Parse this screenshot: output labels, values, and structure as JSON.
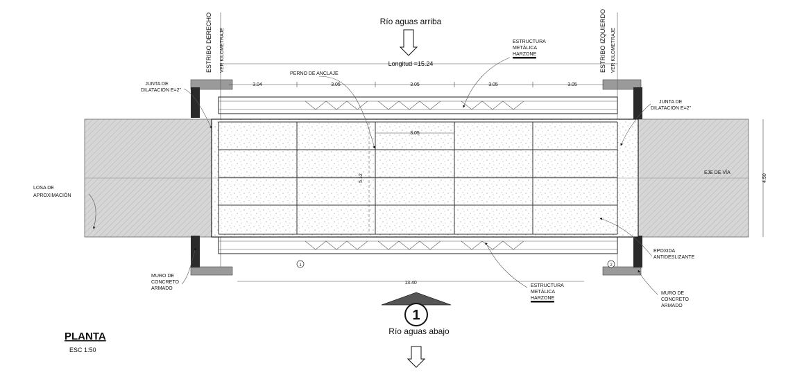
{
  "labels": {
    "upstream": "Río aguas arriba",
    "downstream": "Río aguas abajo",
    "length": "Longitud  =15.24",
    "anchor_bolt": "PERNO DE ANCLAJE",
    "steel_top_1": "ESTRUCTURA",
    "steel_top_2": "METÁLICA",
    "steel_top_3": "HARZONE",
    "steel_bot_1": "ESTRUCTURA",
    "steel_bot_2": "METÁLICA",
    "steel_bot_3": "HARZONE",
    "abut_right_1": "ESTRIBO DERECHO",
    "abut_right_2": "VER KILOMETRAJE",
    "abut_left_1": "ESTRIBO IZQUIERDO",
    "abut_left_2": "VER KILOMETRAJE",
    "joint_left_1": "JUNTA DE",
    "joint_left_2": "DILATACIÓN E=2\"",
    "joint_right_1": "JUNTA DE",
    "joint_right_2": "DILATACIÓN E=2\"",
    "slab_1": "LOSA DE",
    "slab_2": "APROXIMACIÓN",
    "axis": "EJE DE VÍA",
    "wall_left_1": "MURO DE",
    "wall_left_2": "CONCRETO",
    "wall_left_3": "ARMADO",
    "wall_right_1": "MURO DE",
    "wall_right_2": "CONCRETO",
    "wall_right_3": "ARMADO",
    "epoxy_1": "EPOXIDA",
    "epoxy_2": "ANTIDESLIZANTE",
    "plan_title": "PLANTA",
    "scale": "ESC  1:50",
    "section_mark": "1",
    "axis_mark_1": "1",
    "axis_mark_2": "2"
  },
  "dimensions": {
    "span_1": "3.04",
    "span_2": "3.05",
    "span_3": "3.05",
    "span_4": "3.05",
    "span_5": "3.05",
    "inner_span": "3.05",
    "total_length": "13.40",
    "width": "4.50",
    "deck_width": "5.12"
  },
  "colors": {
    "hatch": "#d4d4d4",
    "wall_fill": "#2a2a2a",
    "abutment_fill": "#9a9a9a"
  }
}
